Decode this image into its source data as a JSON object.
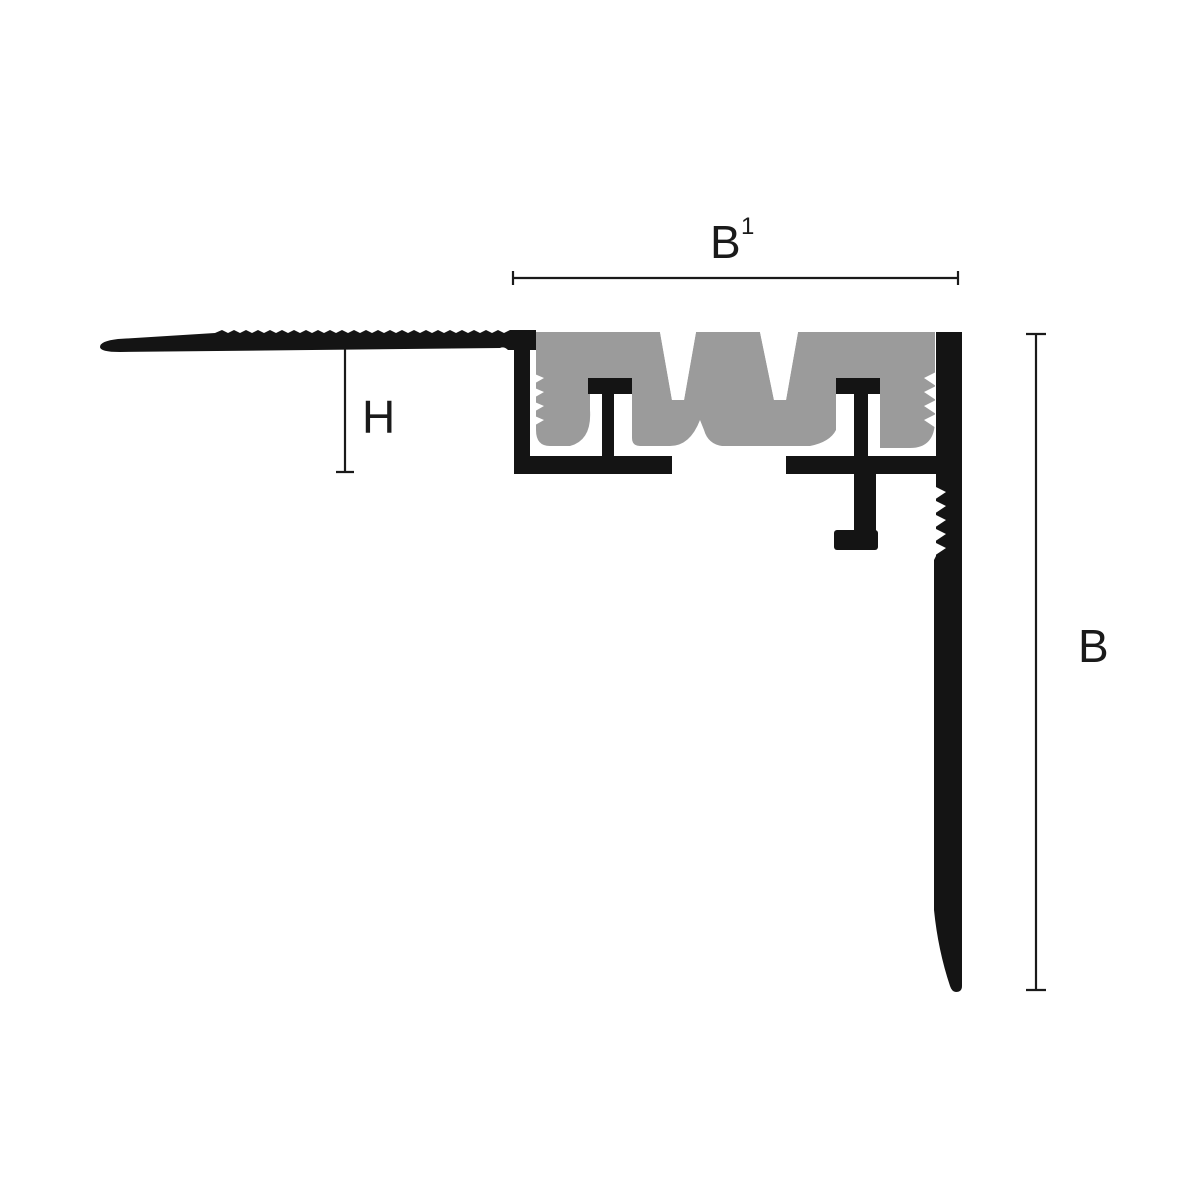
{
  "dimensions": {
    "b1_label": "B",
    "b1_superscript": "1",
    "h_label": "H",
    "b_label": "B"
  },
  "colors": {
    "profile": "#141414",
    "insert": "#9b9b9b",
    "dimension_lines": "#1a1a1a",
    "background": "#ffffff"
  }
}
